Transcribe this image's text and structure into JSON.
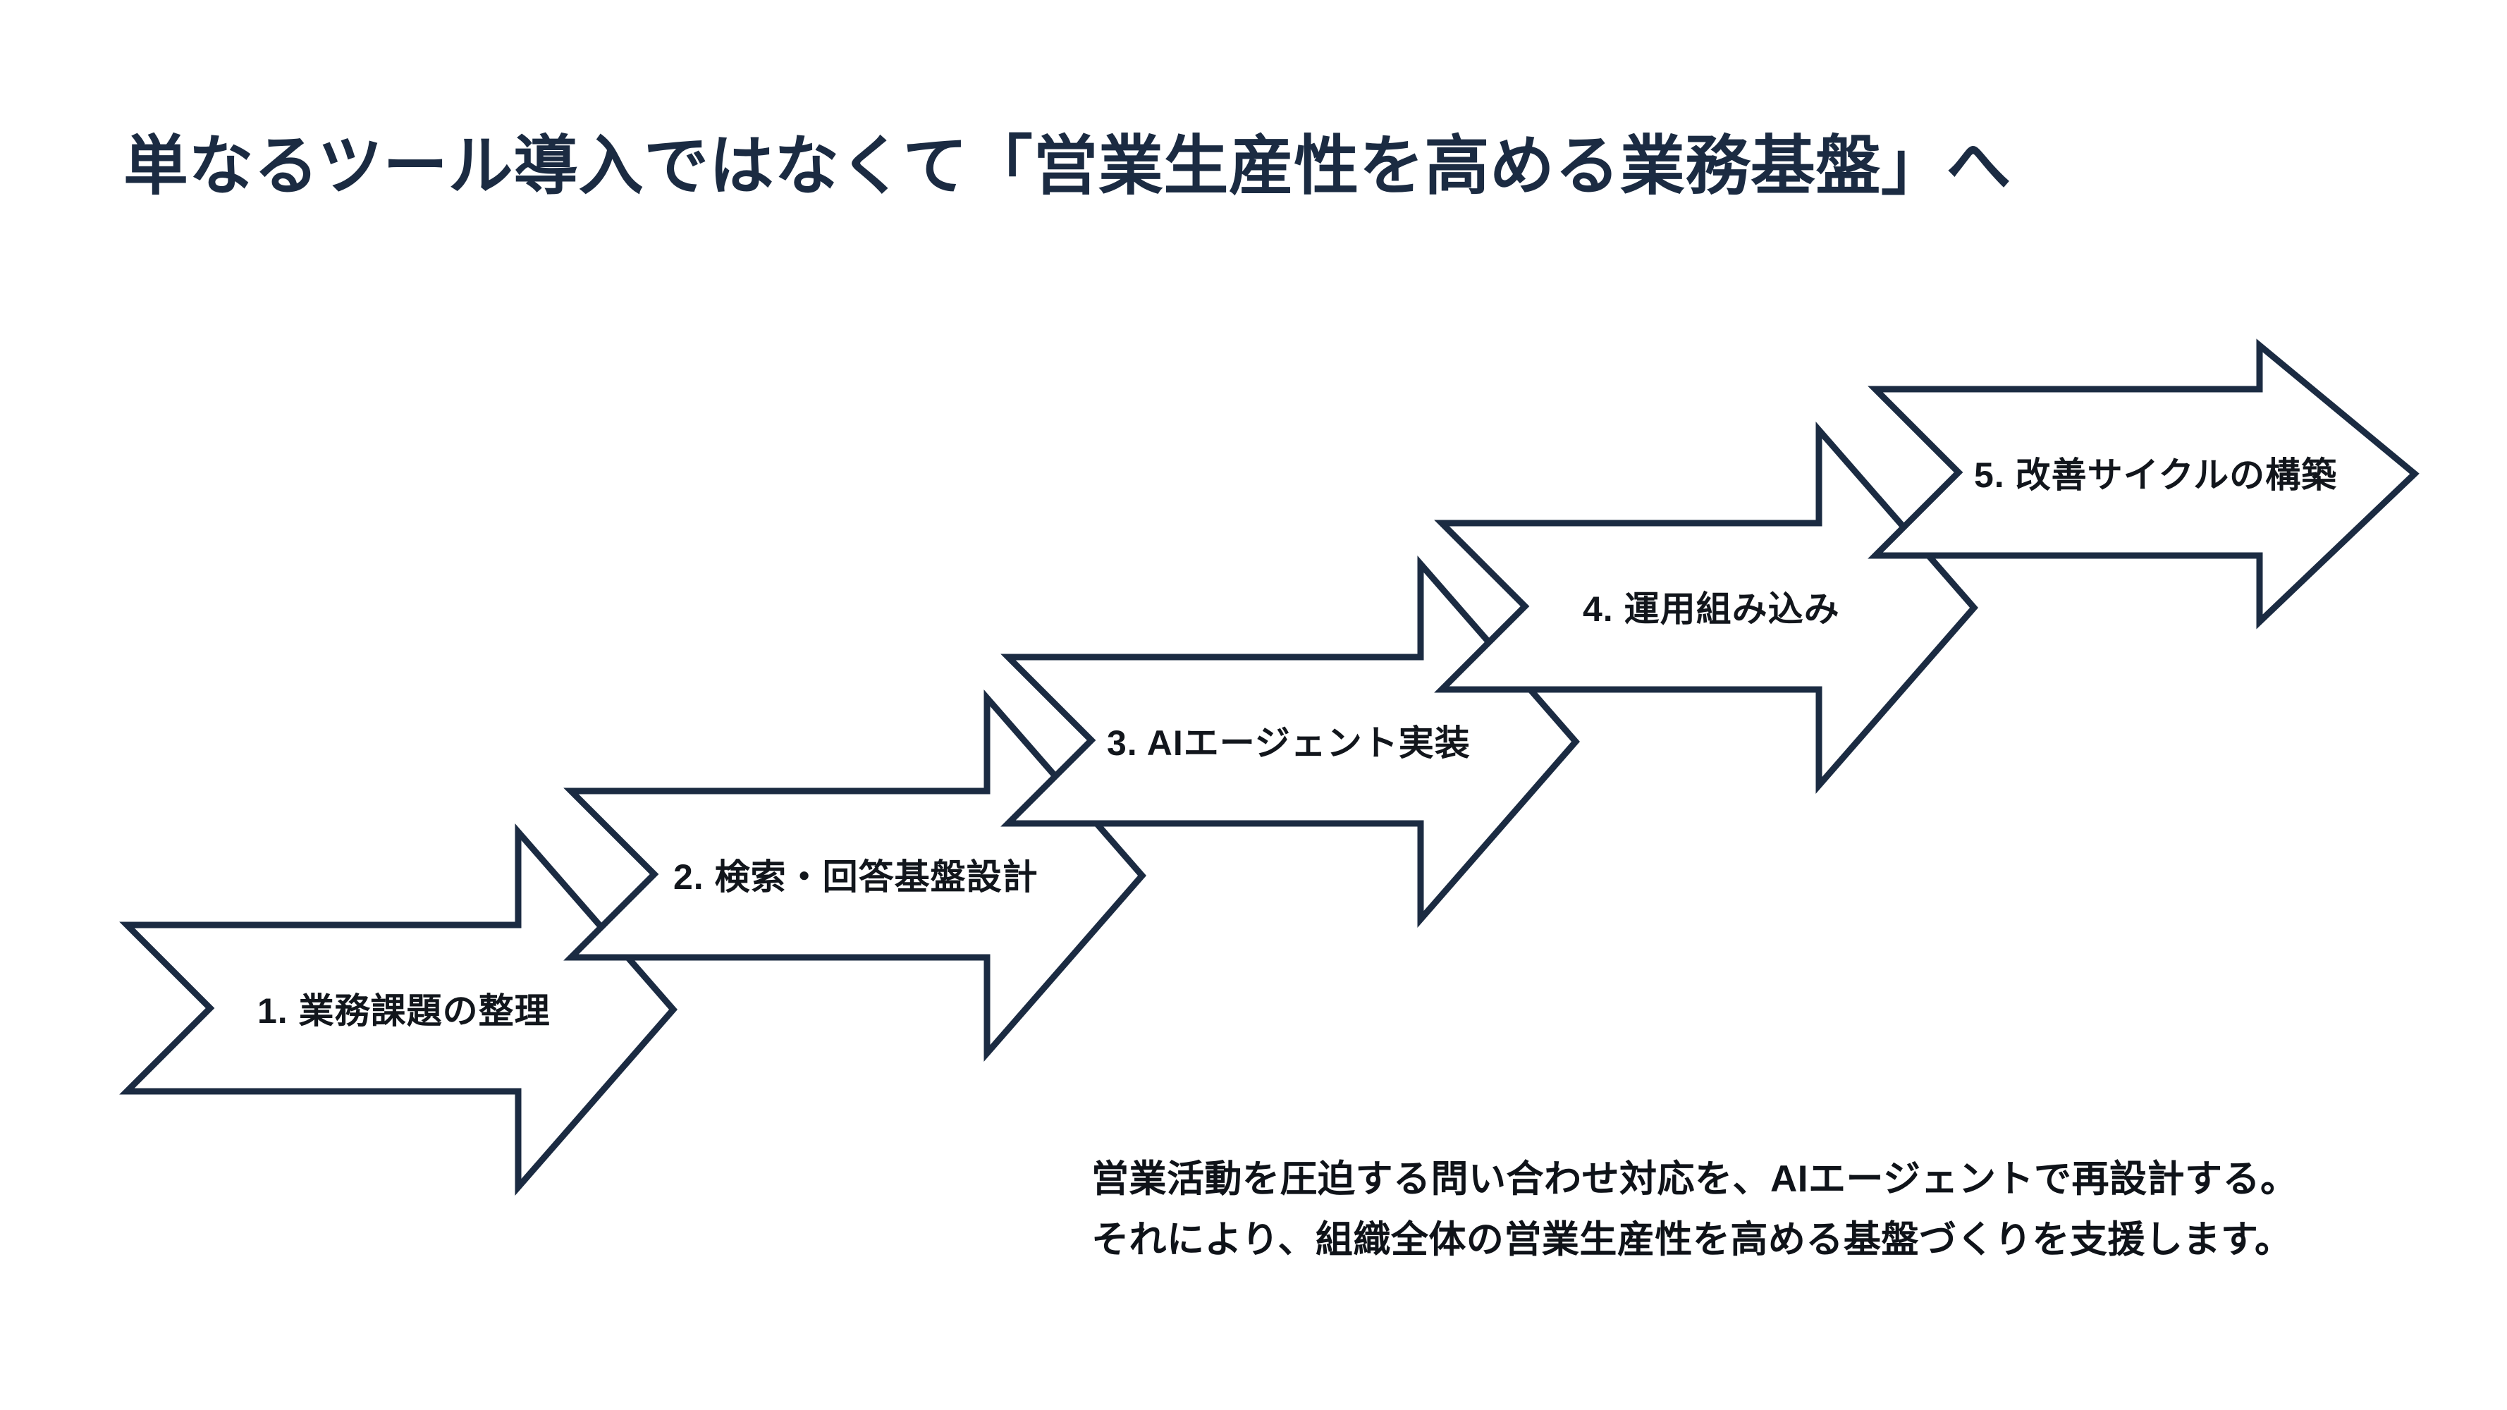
{
  "slide": {
    "title": "単なるツール導入ではなくて「営業生産性を高める業務基盤」へ",
    "background_color": "#ffffff",
    "accent_color": "#1b2b42",
    "text_color": "#12161c"
  },
  "diagram": {
    "type": "chevron-process-staircase",
    "direction": "ascending-left-to-right",
    "steps": [
      {
        "number": "1.",
        "label": "1. 業務課題の整理"
      },
      {
        "number": "2.",
        "label": "2. 検索・回答基盤設計"
      },
      {
        "number": "3.",
        "label": "3. AIエージェント実装"
      },
      {
        "number": "4.",
        "label": "4. 運用組み込み"
      },
      {
        "number": "5.",
        "label": "5. 改善サイクルの構築"
      }
    ]
  },
  "caption": {
    "line1": "営業活動を圧迫する問い合わせ対応を、AIエージェントで再設計する。",
    "line2": "それにより、組織全体の営業生産性を高める基盤づくりを支援します。"
  }
}
